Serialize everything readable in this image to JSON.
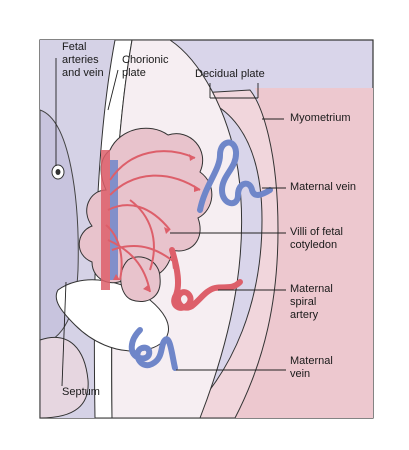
{
  "labels": {
    "fetal_vessels": [
      "Fetal",
      "arteries",
      "and vein"
    ],
    "chorionic_plate": [
      "Chorionic",
      "plate"
    ],
    "decidual_plate": [
      "Decidual plate"
    ],
    "myometrium": [
      "Myometrium"
    ],
    "maternal_vein_upper": [
      "Maternal vein"
    ],
    "villi": [
      "Villi of fetal",
      "cotyledon"
    ],
    "spiral_artery": [
      "Maternal",
      "spiral",
      "artery"
    ],
    "maternal_vein_lower": [
      "Maternal",
      "vein"
    ],
    "septum": [
      "Septum"
    ]
  },
  "colors": {
    "frame_bg": "#d9d5ea",
    "decidua_pink": "#f1d6dc",
    "myometrium_pink": "#edc8cf",
    "intervillous_space": "#f6eef2",
    "villi_pink": "#e8c3cc",
    "artery_red": "#dd5f6a",
    "vein_blue": "#6f86c9",
    "outline": "#333333"
  }
}
